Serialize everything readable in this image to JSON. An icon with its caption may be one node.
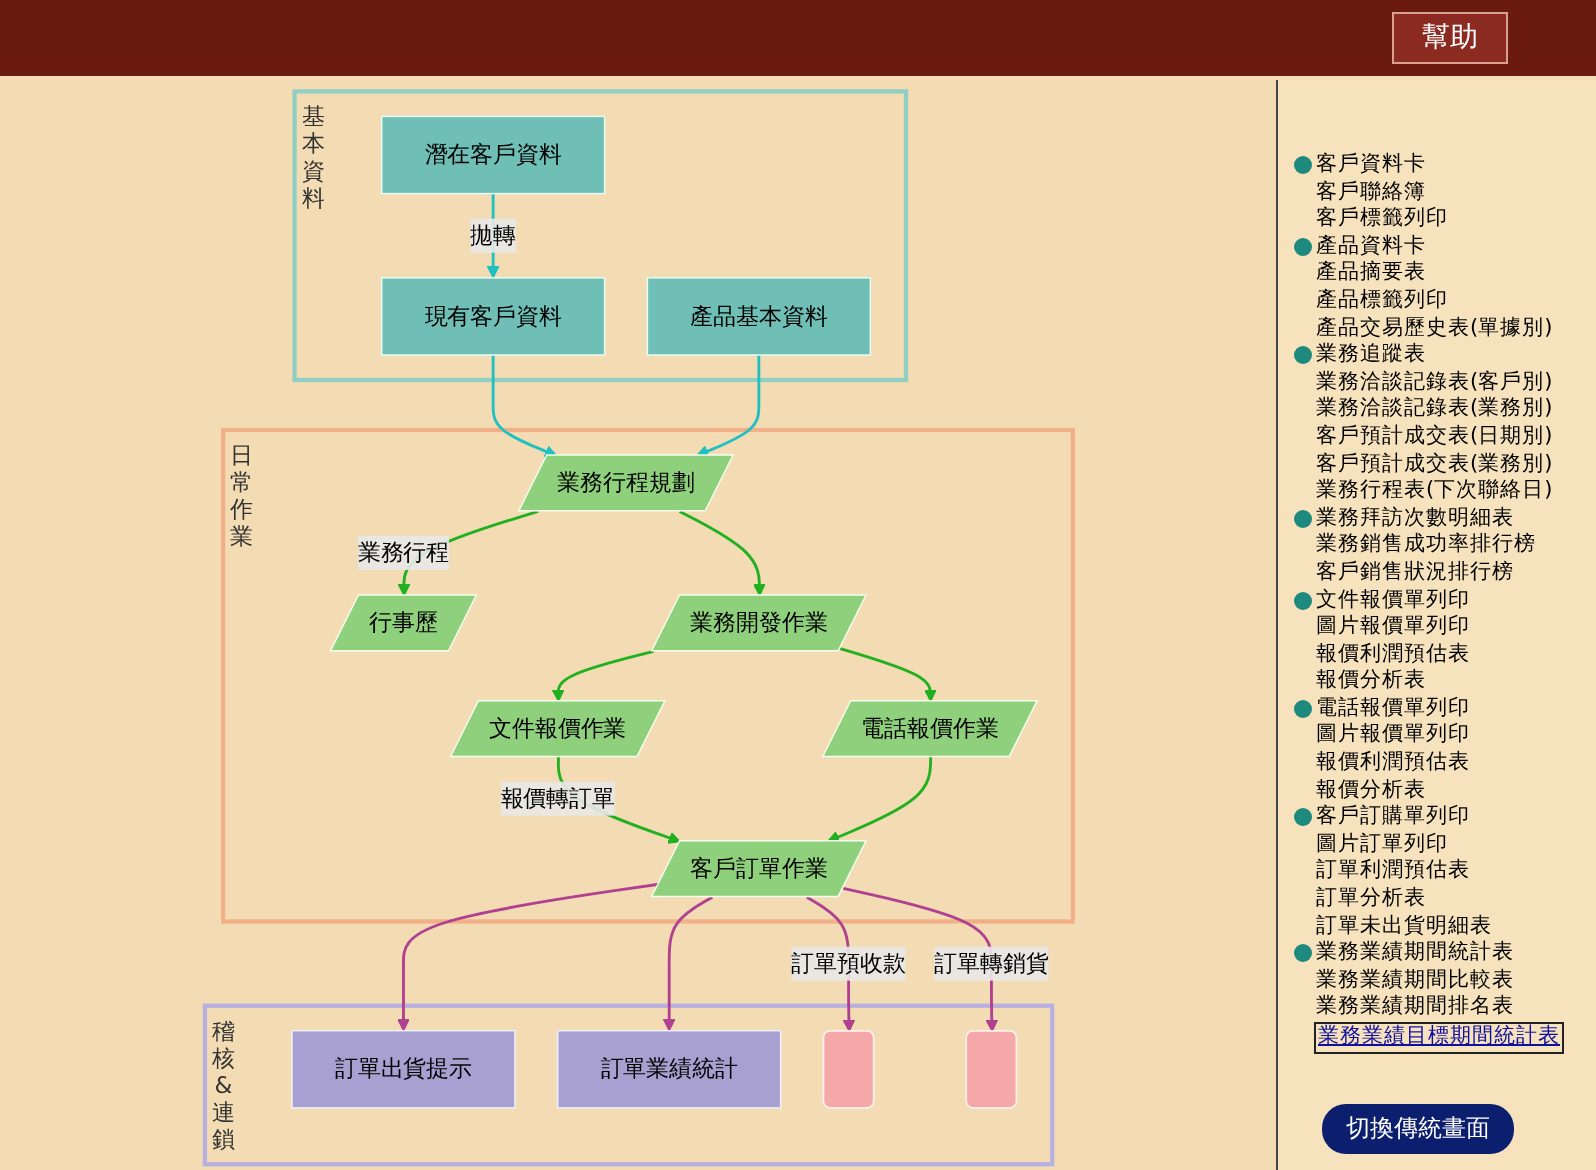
{
  "diagram": {
    "nodes": [
      {
        "text": [
          "基本資料"
        ]
      },
      {
        "text": [
          "潛在客戶資料"
        ],
        "in": 0
      },
      {
        "text": [
          "現有客戶資料"
        ],
        "in": 0
      },
      {
        "text": [
          "產品基本資料"
        ],
        "in": 0
      },
      {
        "text": [
          "日常作業"
        ]
      },
      {
        "text": [
          "行事歷"
        ],
        "in": 4
      },
      {
        "text": [
          "業務行程規劃"
        ],
        "in": 4
      },
      {
        "text": [
          "業務開發作業"
        ],
        "in": 4
      },
      {
        "text": [
          "文件報價作業"
        ],
        "in": 4
      },
      {
        "text": [
          "電話報價作業"
        ],
        "in": 4
      },
      {
        "text": [
          "客戶訂單作業"
        ],
        "in": 4
      },
      {
        "text": [
          "稽核&連鎖"
        ]
      },
      {
        "text": [
          "訂單出貨提示"
        ],
        "in": 11
      },
      {
        "text": [
          "訂單業績統計"
        ],
        "in": 11
      },
      {
        "text": [],
        "shape": "box",
        "in": 11
      },
      {
        "text": [],
        "shape": "box",
        "in": 11
      }
    ],
    "edges": [
      {
        "from": 1,
        "to": 2,
        "arrow": "to",
        "label": "拋轉",
        "color": "#20c0c0"
      },
      {
        "from": 2,
        "to": 6,
        "arrow": "to",
        "color": "#20c0c0"
      },
      {
        "from": 3,
        "to": 6,
        "arrow": "to",
        "color": "#20c0c0"
      },
      {
        "from": 6,
        "to": 5,
        "arrow": "to",
        "label": "業務行程"
      },
      {
        "from": 6,
        "to": 7,
        "arrow": "to"
      },
      {
        "from": 7,
        "to": 8,
        "arrow": "to"
      },
      {
        "from": 7,
        "to": 9,
        "arrow": "to"
      },
      {
        "from": 8,
        "to": 10,
        "arrow": "to",
        "label": "報價轉訂單"
      },
      {
        "from": 9,
        "to": 10,
        "arrow": "to"
      },
      {
        "from": 10,
        "to": 12,
        "arrow": "to",
        "color": "#b04090"
      },
      {
        "from": 10,
        "to": 13,
        "arrow": "to",
        "color": "#b04090"
      },
      {
        "from": 10,
        "to": 14,
        "arrow": "to",
        "label": "訂單預收款",
        "color": "#b04090"
      },
      {
        "from": 10,
        "to": 15,
        "arrow": "to",
        "label": "訂單轉銷貨",
        "color": "#b04090"
      }
    ],
    "labels": [
      "幫助",
      "客戶資料卡",
      "客戶聯絡簿",
      "客戶標籤列印",
      "產品資料卡",
      "產品摘要表",
      "產品標籤列印",
      "產品交易歷史表(單據別)",
      "業務追蹤表",
      "業務洽談記錄表(客戶別)",
      "業務洽談記錄表(業務別)",
      "客戶預計成交表(日期別)",
      "客戶預計成交表(業務別)",
      "業務行程表(下次聯絡日)",
      "業務拜訪次數明細表",
      "業務銷售成功率排行榜",
      "客戶銷售狀況排行榜",
      "文件報價單列印",
      "圖片報價單列印",
      "報價利潤預估表",
      "報價分析表",
      "電話報價單列印",
      "圖片報價單列印",
      "報價利潤預估表",
      "報價分析表",
      "客戶訂購單列印",
      "圖片訂單列印",
      "訂單利潤預估表",
      "訂單分析表",
      "訂單未出貨明細表",
      "業務業績期間統計表",
      "業務業績期間比較表",
      "業務業績期間排名表",
      "業務業績目標期間統計表",
      "切換傳統畫面"
    ]
  }
}
